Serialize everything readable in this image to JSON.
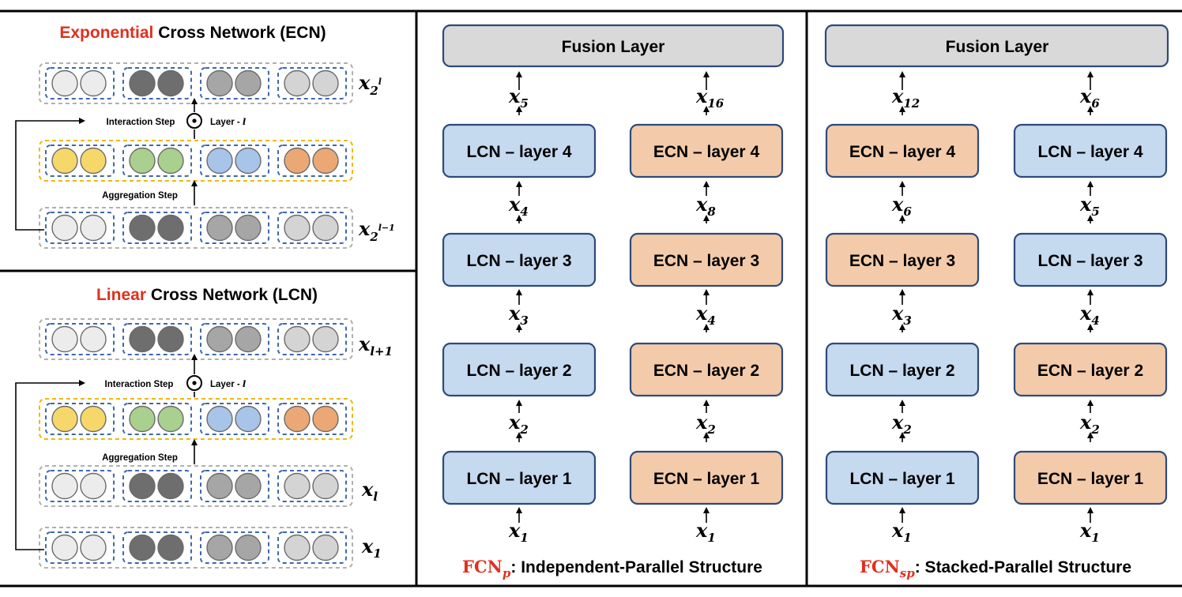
{
  "ecn": {
    "title_highlight": "Exponential",
    "title_rest": " Cross Network (ECN)",
    "interaction_label": "Interaction Step",
    "layer_label": "Layer - ",
    "layer_var": "l",
    "aggregation_label": "Aggregation Step",
    "top_var": "x",
    "top_sub": "2",
    "top_sup": "l",
    "bottom_var": "x",
    "bottom_sub": "2",
    "bottom_sup": "l−1"
  },
  "lcn": {
    "title_highlight": "Linear",
    "title_rest": " Cross Network (LCN)",
    "interaction_label": "Interaction Step",
    "layer_label": "Layer - ",
    "layer_var": "l",
    "aggregation_label": "Aggregation Step",
    "top_var": "x",
    "top_sub": "l+1",
    "mid_var": "x",
    "mid_sub": "l",
    "bottom_var": "x",
    "bottom_sub": "1"
  },
  "fcn_p": {
    "fusion_label": "Fusion Layer",
    "left_column": [
      "LCN – layer 1",
      "LCN – layer 2",
      "LCN – layer 3",
      "LCN – layer 4"
    ],
    "right_column": [
      "ECN – layer 1",
      "ECN – layer 2",
      "ECN – layer 3",
      "ECN – layer 4"
    ],
    "left_subs": [
      "1",
      "2",
      "3",
      "4",
      "5"
    ],
    "right_subs": [
      "1",
      "2",
      "4",
      "8",
      "16"
    ],
    "caption_name": "FCN",
    "caption_sub": "p",
    "caption_text": ": Independent-Parallel Structure"
  },
  "fcn_sp": {
    "fusion_label": "Fusion Layer",
    "left_column": [
      "LCN – layer 1",
      "LCN – layer 2",
      "ECN – layer 3",
      "ECN – layer 4"
    ],
    "right_column": [
      "ECN – layer 1",
      "ECN – layer 2",
      "LCN – layer 3",
      "LCN – layer 4"
    ],
    "left_subs": [
      "1",
      "2",
      "3",
      "6",
      "12"
    ],
    "right_subs": [
      "1",
      "2",
      "4",
      "5",
      "6"
    ],
    "caption_name": "FCN",
    "caption_sub": "sp",
    "caption_text": ": Stacked-Parallel Structure"
  },
  "colors": {
    "highlight_red": "#e0301e",
    "lcn_fill": "#c5d9ef",
    "ecn_fill": "#f3cbaa",
    "block_stroke": "#2e4a7a",
    "fusion_fill": "#d9d9d9",
    "aggregation_border": "#f0b800",
    "group_border": "#3e66b0",
    "row_border": "#b0b0b0",
    "circle_light": "#ececec",
    "circle_dark": "#6e6e6e",
    "circle_mid": "#a6a6a6",
    "circle_lightgray": "#d4d4d4",
    "circle_yellow": "#f6d76a",
    "circle_green": "#a9d08e",
    "circle_blue": "#a8c4e8",
    "circle_orange": "#eba875"
  }
}
